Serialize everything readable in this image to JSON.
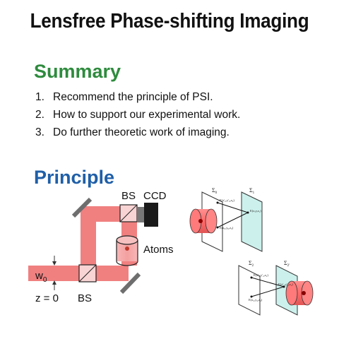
{
  "title": "Lensfree Phase-shifting Imaging",
  "summary": {
    "heading": "Summary",
    "items": [
      {
        "num": "1.",
        "text": "Recommend the principle of PSI."
      },
      {
        "num": "2.",
        "text": "How to support our experimental work."
      },
      {
        "num": "3.",
        "text": "Do further theoretic work of imaging."
      }
    ]
  },
  "principle": {
    "heading": "Principle",
    "labels": {
      "bs_top": "BS",
      "ccd": "CCD",
      "atoms": "Atoms",
      "w0": "w",
      "w0_sub": "0",
      "z0": "z = 0",
      "bs_bottom": "BS"
    }
  },
  "propagation_figures": {
    "top": {
      "plane_left": "Σ",
      "plane_left_sub": "0",
      "plane_right": "Σ",
      "plane_right_sub": "1",
      "label_1": "E(x'₀,y'₀,z₀)",
      "label_2": "E(x₀,y₀,z₀)",
      "label_3": "E(x,y,z₁)"
    },
    "bottom": {
      "plane_left": "Σ",
      "plane_left_sub": "2",
      "plane_right": "Σ",
      "plane_right_sub": "2'",
      "label_1": "E(x'₂,y'₂,z₂)",
      "label_2": "E(x₂,y₂,z₂)",
      "label_3": "E(x'₂,y'₂,z₂)"
    }
  },
  "colors": {
    "beam": "#f08080",
    "summary_heading": "#2e8b3e",
    "principle_heading": "#1f5fa8",
    "plane_glass": "#bfeee8"
  }
}
